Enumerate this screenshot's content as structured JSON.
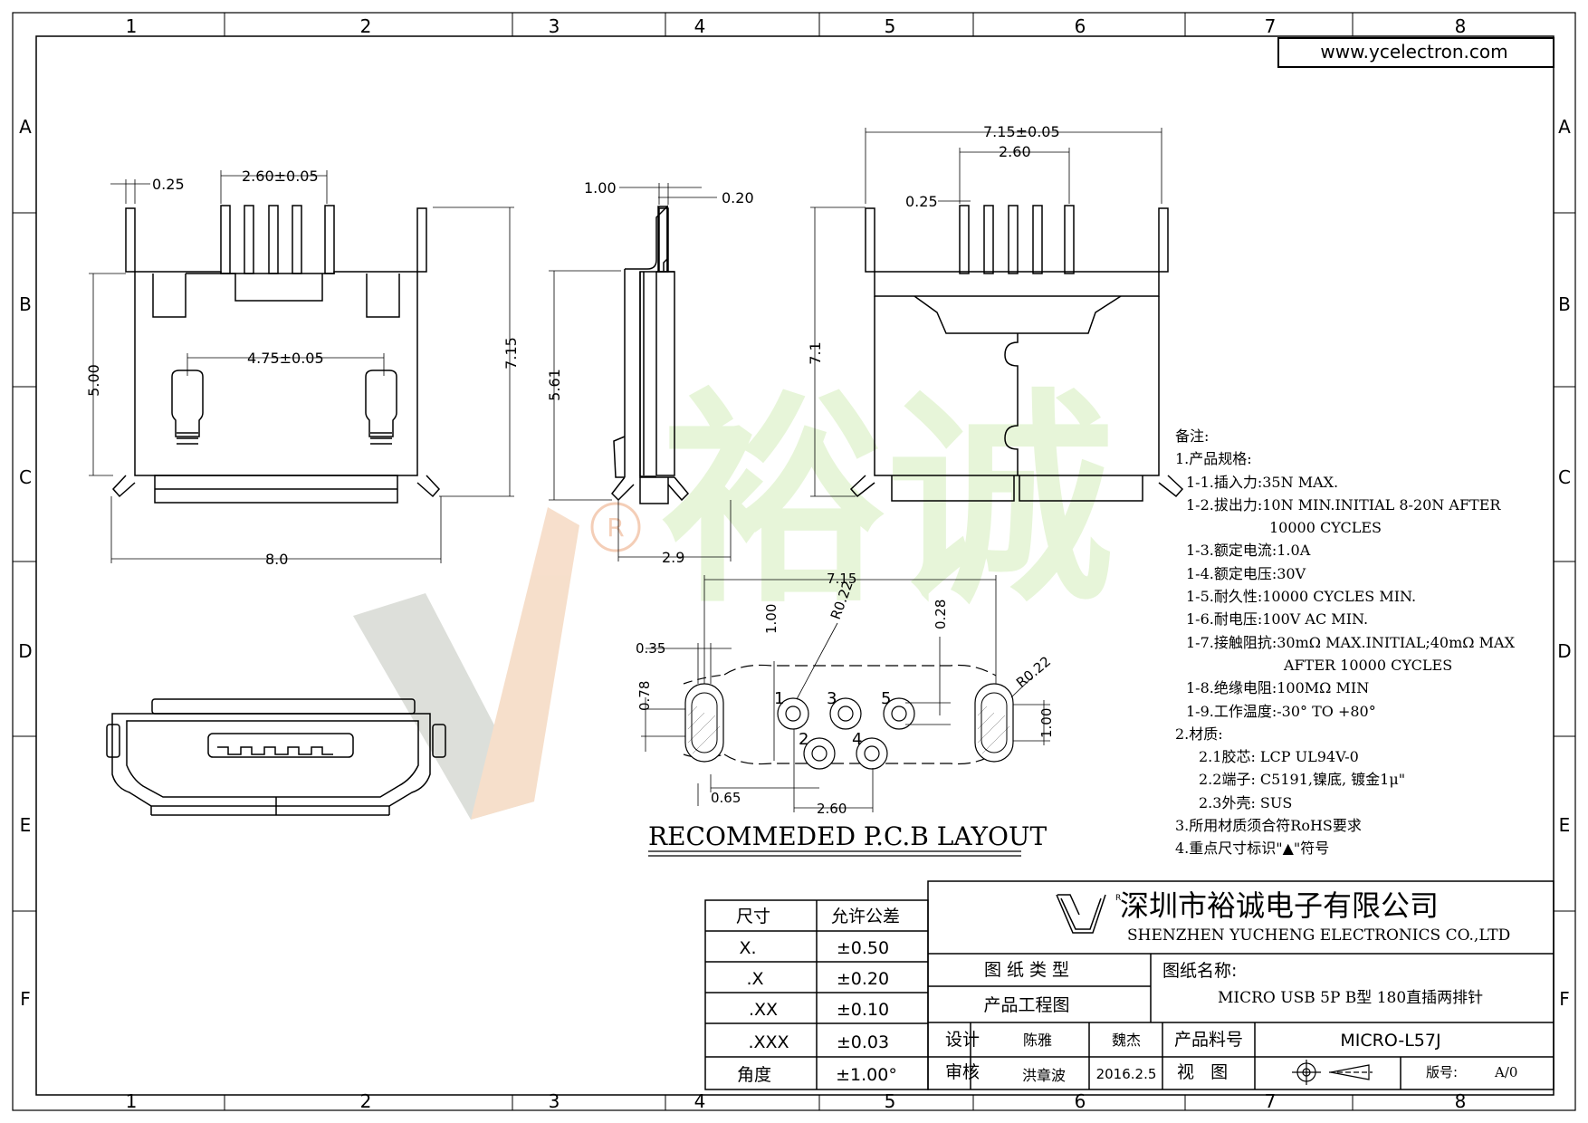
{
  "website": "www.ycelectron.com",
  "grid": {
    "columns": [
      "1",
      "2",
      "3",
      "4",
      "5",
      "6",
      "7",
      "8"
    ],
    "rows": [
      "A",
      "B",
      "C",
      "D",
      "E",
      "F"
    ]
  },
  "watermark": {
    "registered": "R",
    "brand_cn": "裕诚"
  },
  "front_view": {
    "dims": {
      "terminal_width": "0.25",
      "pitch": "2.60±0.05",
      "post_spacing": "4.75±0.05",
      "body_height": "5.00",
      "total_height": "7.15",
      "width": "8.0"
    }
  },
  "side_view": {
    "dims": {
      "thickness": "1.00",
      "terminal": "0.20",
      "height": "5.61",
      "depth": "2.9"
    }
  },
  "back_view": {
    "dims": {
      "width": "7.15±0.05",
      "pitch": "2.60",
      "terminal_width": "0.25",
      "height": "7.1"
    }
  },
  "pcb_layout": {
    "title": "RECOMMEDED P.C.B LAYOUT",
    "dims": {
      "width": "7.15",
      "slot_width": "0.35",
      "pad_radius": "R0.22",
      "row_offset": "1.00",
      "hole_dia": "0.28",
      "slot_radius": "R0.22",
      "slot_height": "0.78",
      "slot_length": "1.00",
      "offset": "0.65",
      "pitch": "2.60"
    },
    "pin_numbers": [
      "1",
      "2",
      "3",
      "4",
      "5"
    ]
  },
  "notes": {
    "heading": "备注:",
    "lines": [
      {
        "text": "1.产品规格:",
        "indent": 0
      },
      {
        "text": "1-1.插入力:35N MAX.",
        "indent": 1
      },
      {
        "text": "1-2.拔出力:10N MIN.INITIAL 8-20N AFTER",
        "indent": 1
      },
      {
        "text": "10000 CYCLES",
        "indent": 3
      },
      {
        "text": "1-3.额定电流:1.0A",
        "indent": 1
      },
      {
        "text": "1-4.额定电压:30V",
        "indent": 1
      },
      {
        "text": "1-5.耐久性:10000 CYCLES MIN.",
        "indent": 1
      },
      {
        "text": "1-6.耐电压:100V AC MIN.",
        "indent": 1
      },
      {
        "text": "1-7.接触阻抗:30mΩ MAX.INITIAL;40mΩ MAX",
        "indent": 1
      },
      {
        "text": "AFTER 10000 CYCLES",
        "indent": 4
      },
      {
        "text": "1-8.绝缘电阻:100MΩ MIN",
        "indent": 1
      },
      {
        "text": "1-9.工作温度:-30° TO +80°",
        "indent": 1
      },
      {
        "text": "2.材质:",
        "indent": 0
      },
      {
        "text": "2.1胶芯: LCP UL94V-0",
        "indent": 2
      },
      {
        "text": "2.2端子: C5191,镍底, 镀金1μ\"",
        "indent": 2
      },
      {
        "text": "2.3外壳: SUS",
        "indent": 2
      },
      {
        "text": "3.所用材质须合符RoHS要求",
        "indent": 0
      },
      {
        "text": "4.重点尺寸标识\"▲\"符号",
        "indent": 0
      }
    ]
  },
  "tolerance_table": {
    "headers": [
      "尺寸",
      "允许公差"
    ],
    "rows": [
      [
        "X.",
        "±0.50"
      ],
      [
        ".X",
        "±0.20"
      ],
      [
        ".XX",
        "±0.10"
      ],
      [
        ".XXX",
        "±0.03"
      ],
      [
        "角度",
        "±1.00°"
      ]
    ]
  },
  "title_block": {
    "company_cn": "深圳市裕诚电子有限公司",
    "company_en": "SHENZHEN YUCHENG ELECTRONICS CO.,LTD",
    "drawing_type_label": "图 纸 类 型",
    "drawing_type_value": "产品工程图",
    "drawing_name_label": "图纸名称:",
    "drawing_name_value": "MICRO USB 5P B型 180直插两排针",
    "design_label": "设计",
    "designer": "陈雅",
    "design_name2": "魏杰",
    "part_no_label": "产品料号",
    "part_no": "MICRO-L57J",
    "review_label": "审核",
    "reviewer": "洪章波",
    "date": "2016.2.5",
    "view_label": "视   图",
    "version_label": "版号:",
    "version": "A/0"
  }
}
